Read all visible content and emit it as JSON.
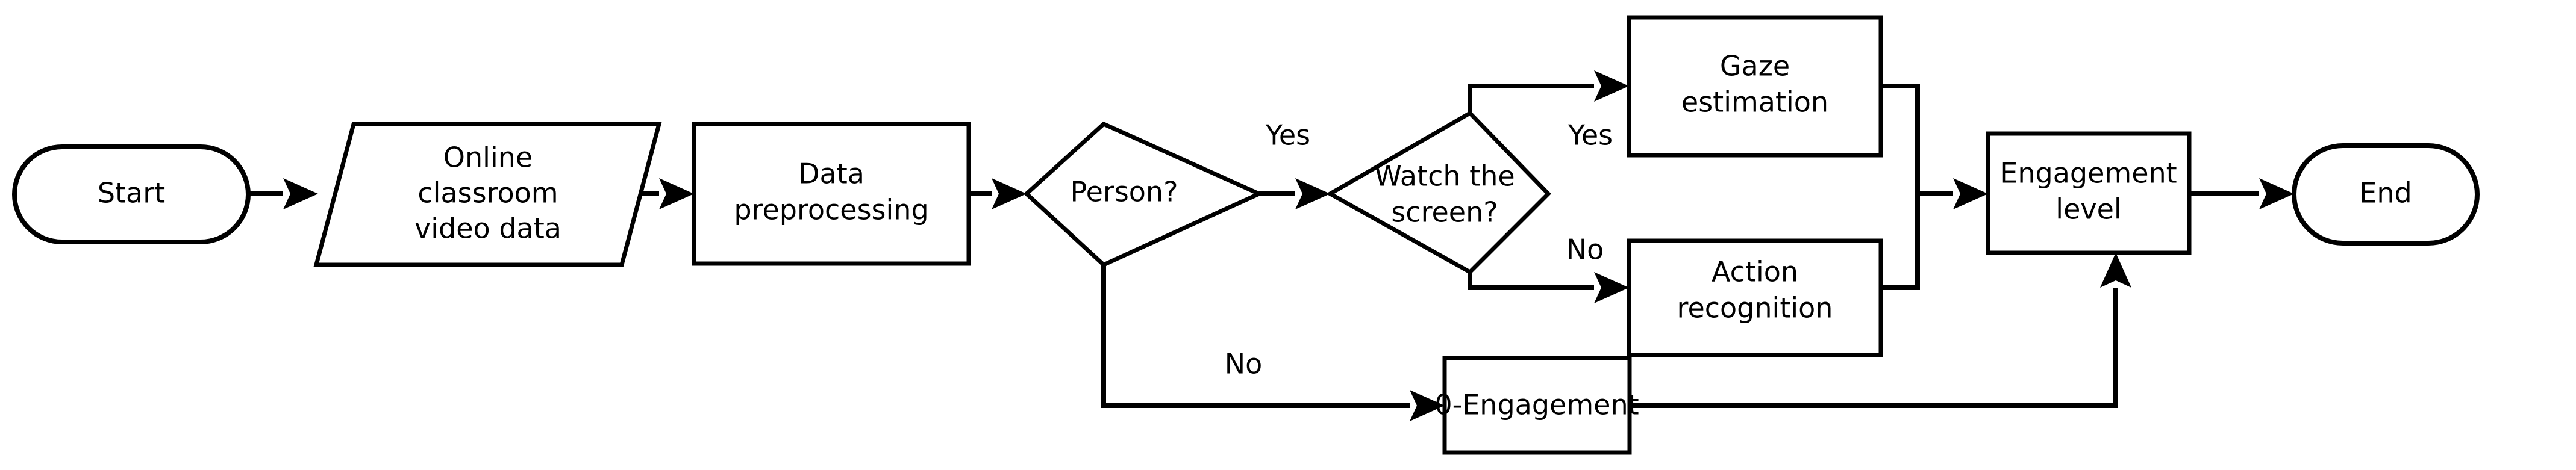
{
  "diagram": {
    "title": "Engagement level estimation flowchart",
    "background_color": "#ffffff",
    "line_color": "#000000",
    "text_color": "#000000",
    "nodes": {
      "start": {
        "label": "Start",
        "shape": "terminator"
      },
      "video_data": {
        "label_line1": "Online",
        "label_line2": "classroom",
        "label_line3": "video data",
        "shape": "data-parallelogram"
      },
      "preprocessing": {
        "label_line1": "Data",
        "label_line2": "preprocessing",
        "shape": "process"
      },
      "person_decision": {
        "label": "Person?",
        "shape": "decision"
      },
      "watch_decision": {
        "label_line1": "Watch the",
        "label_line2": "screen?",
        "shape": "decision"
      },
      "gaze": {
        "label_line1": "Gaze",
        "label_line2": "estimation",
        "shape": "process"
      },
      "action": {
        "label_line1": "Action",
        "label_line2": "recognition",
        "shape": "process"
      },
      "zero_engagement": {
        "label": "0-Engagement",
        "shape": "process"
      },
      "engagement": {
        "label_line1": "Engagement",
        "label_line2": "level",
        "shape": "process"
      },
      "end": {
        "label": "End",
        "shape": "terminator"
      }
    },
    "edge_labels": {
      "person_yes": "Yes",
      "person_no": "No",
      "watch_yes": "Yes",
      "watch_no": "No"
    }
  }
}
